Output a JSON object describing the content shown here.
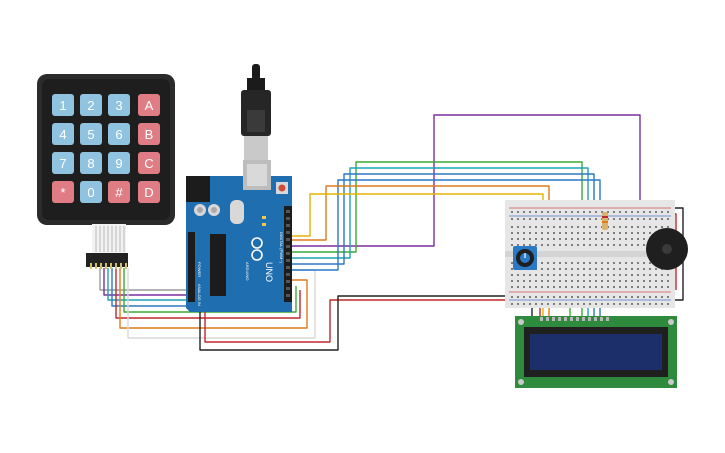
{
  "keypad": {
    "keys": [
      [
        "1",
        "2",
        "3",
        "A"
      ],
      [
        "4",
        "5",
        "6",
        "B"
      ],
      [
        "7",
        "8",
        "9",
        "C"
      ],
      [
        "*",
        "0",
        "#",
        "D"
      ]
    ]
  },
  "arduino": {
    "model_label": "UNO",
    "brand_label": "ARDUINO",
    "digital_label": "DIGITAL (PWM~)",
    "power_label": "POWER",
    "analog_label": "ANALOG IN"
  },
  "colors": {
    "board": "#1f6fb0",
    "breadboard": "#e6e6e6",
    "lcd_board": "#2e8b3d",
    "lcd_screen": "#1d2f6b",
    "wire_purple": "#7b2fa0",
    "wire_green": "#3aaa35",
    "wire_blue": "#2b78c5",
    "wire_teal": "#1fa3b3",
    "wire_yellow": "#e5b400",
    "wire_orange": "#e07b1a",
    "wire_red": "#c0282d",
    "wire_black": "#222222",
    "wire_white": "#d8d8d8",
    "wire_gray": "#9b9b9b"
  }
}
